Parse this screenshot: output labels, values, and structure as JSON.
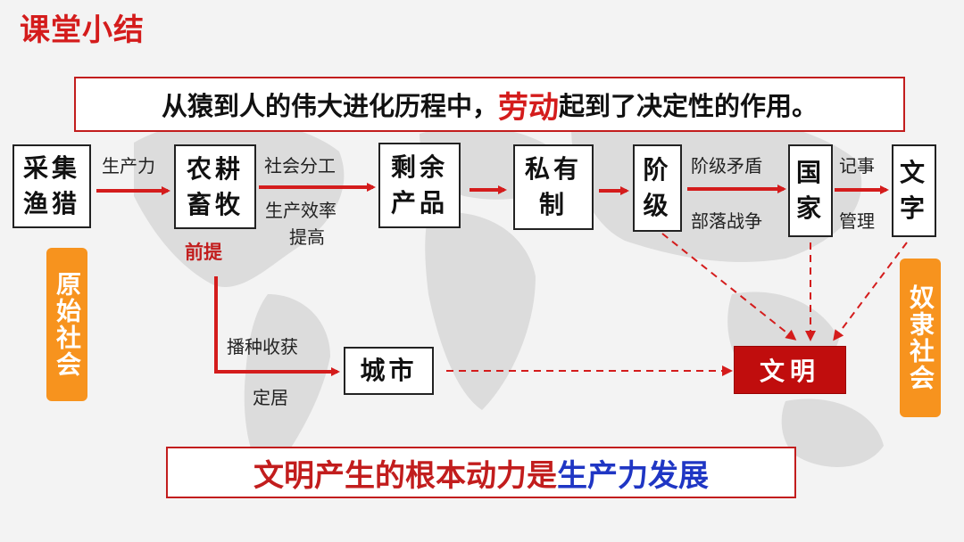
{
  "title": "课堂小结",
  "banner": {
    "pre": "从猿到人的伟大进化历程中，",
    "highlight": "劳动",
    "post": "起到了决定性的作用。"
  },
  "nodes": {
    "gather": [
      "采集",
      "渔猎"
    ],
    "farming": [
      "农耕",
      "畜牧"
    ],
    "surplus": [
      "剩余",
      "产品"
    ],
    "private": [
      "私有",
      "制"
    ],
    "class": [
      "阶",
      "级"
    ],
    "state": [
      "国",
      "家"
    ],
    "writing": [
      "文",
      "字"
    ],
    "city": "城市",
    "civilization": "文明"
  },
  "labels": {
    "productivity": "生产力",
    "division": "社会分工",
    "efficiency": "生产效率",
    "raise": "提高",
    "premise": "前提",
    "conflict": "阶级矛盾",
    "war": "部落战争",
    "record": "记事",
    "manage": "管理",
    "sowing": "播种收获",
    "settle": "定居"
  },
  "eras": {
    "primitive": "原始社会",
    "slave": "奴隶社会"
  },
  "conclusion": {
    "red": "文明产生的根本动力是",
    "blue": "生产力发展"
  }
}
